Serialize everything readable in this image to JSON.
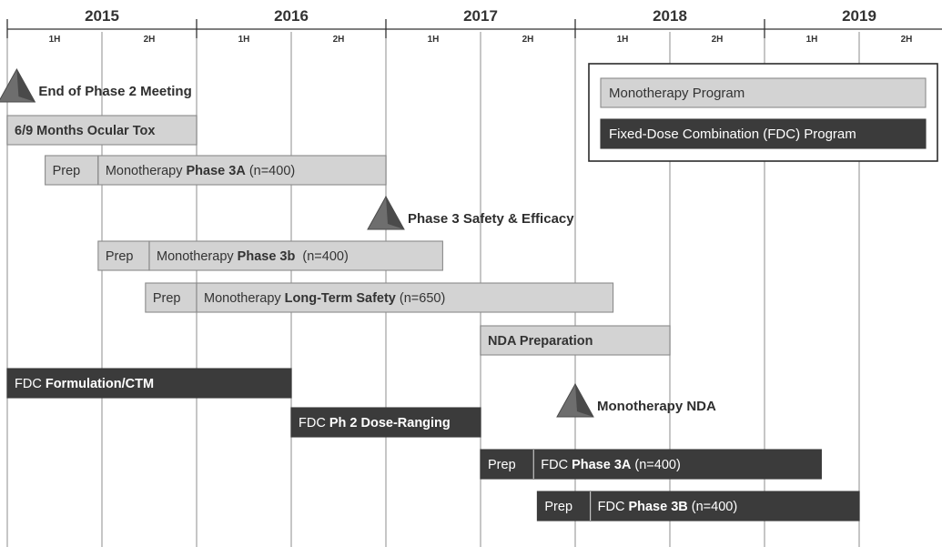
{
  "chart_data": {
    "type": "gantt",
    "time_unit": "half-year",
    "time_start": 2015.0,
    "time_end": 2020.0,
    "years": [
      "2015",
      "2016",
      "2017",
      "2018",
      "2019"
    ],
    "halves": [
      "1H",
      "2H"
    ],
    "legend": {
      "placement": "top-right",
      "items": [
        {
          "label": "Monotherapy Program",
          "program": "mono"
        },
        {
          "label": "Fixed-Dose Combination (FDC) Program",
          "program": "fdc"
        }
      ]
    },
    "colors": {
      "mono_fill": "#d3d3d3",
      "mono_stroke": "#8a8a8a",
      "mono_text": "#333333",
      "fdc_fill": "#3b3b3b",
      "fdc_text": "#ffffff",
      "grid": "#b8b8b8",
      "axis": "#333333",
      "milestone": "#6e6e6e"
    },
    "milestones": [
      {
        "label": "End of Phase 2 Meeting",
        "date": 2015.05
      },
      {
        "label": "Phase 3 Safety & Efficacy",
        "date": 2017.0
      },
      {
        "label": "Monotherapy NDA",
        "date": 2018.0
      }
    ],
    "tasks": [
      {
        "program": "mono",
        "segments": [
          {
            "start": 2015.0,
            "end": 2016.0,
            "parts": [
              {
                "text": "6/9 Months Ocular Tox",
                "bold": true
              }
            ]
          }
        ]
      },
      {
        "program": "mono",
        "segments": [
          {
            "start": 2015.2,
            "end": 2015.48,
            "parts": [
              {
                "text": "Prep",
                "bold": false
              }
            ]
          },
          {
            "start": 2015.48,
            "end": 2017.0,
            "parts": [
              {
                "text": "Monotherapy ",
                "bold": false
              },
              {
                "text": "Phase 3A",
                "bold": true
              },
              {
                "text": " (n=400)",
                "bold": false
              }
            ]
          }
        ]
      },
      {
        "program": "mono",
        "segments": [
          {
            "start": 2015.48,
            "end": 2015.75,
            "parts": [
              {
                "text": "Prep",
                "bold": false
              }
            ]
          },
          {
            "start": 2015.75,
            "end": 2017.3,
            "parts": [
              {
                "text": "Monotherapy ",
                "bold": false
              },
              {
                "text": "Phase 3b",
                "bold": true
              },
              {
                "text": "  (n=400)",
                "bold": false
              }
            ]
          }
        ]
      },
      {
        "program": "mono",
        "segments": [
          {
            "start": 2015.73,
            "end": 2016.0,
            "parts": [
              {
                "text": "Prep",
                "bold": false
              }
            ]
          },
          {
            "start": 2016.0,
            "end": 2018.2,
            "parts": [
              {
                "text": "Monotherapy ",
                "bold": false
              },
              {
                "text": "Long-Term Safety",
                "bold": true
              },
              {
                "text": " (n=650)",
                "bold": false
              }
            ]
          }
        ]
      },
      {
        "program": "mono",
        "segments": [
          {
            "start": 2017.5,
            "end": 2018.5,
            "parts": [
              {
                "text": "NDA Preparation",
                "bold": true
              }
            ]
          }
        ]
      },
      {
        "program": "fdc",
        "segments": [
          {
            "start": 2015.0,
            "end": 2016.5,
            "parts": [
              {
                "text": "FDC ",
                "bold": false
              },
              {
                "text": "Formulation/CTM",
                "bold": true
              }
            ]
          }
        ]
      },
      {
        "program": "fdc",
        "segments": [
          {
            "start": 2016.5,
            "end": 2017.5,
            "parts": [
              {
                "text": "FDC ",
                "bold": false
              },
              {
                "text": "Ph 2 Dose-Ranging",
                "bold": true
              }
            ]
          }
        ]
      },
      {
        "program": "fdc",
        "segments": [
          {
            "start": 2017.5,
            "end": 2017.78,
            "parts": [
              {
                "text": "Prep",
                "bold": false
              }
            ]
          },
          {
            "start": 2017.78,
            "end": 2019.3,
            "parts": [
              {
                "text": "FDC ",
                "bold": false
              },
              {
                "text": "Phase 3A",
                "bold": true
              },
              {
                "text": " (n=400)",
                "bold": false
              }
            ]
          }
        ]
      },
      {
        "program": "fdc",
        "segments": [
          {
            "start": 2017.8,
            "end": 2018.08,
            "parts": [
              {
                "text": "Prep",
                "bold": false
              }
            ]
          },
          {
            "start": 2018.08,
            "end": 2019.5,
            "parts": [
              {
                "text": "FDC ",
                "bold": false
              },
              {
                "text": "Phase 3B",
                "bold": true
              },
              {
                "text": " (n=400)",
                "bold": false
              }
            ]
          }
        ]
      }
    ]
  }
}
